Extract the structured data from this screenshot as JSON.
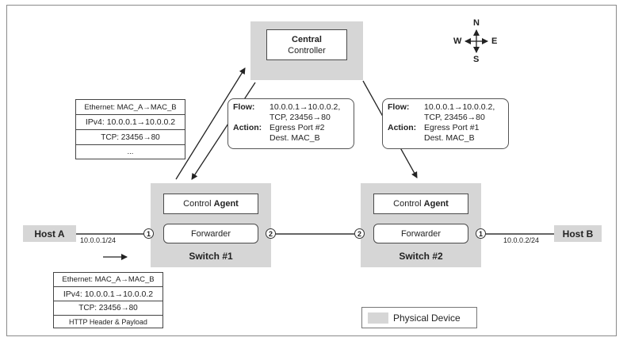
{
  "controller": {
    "title": "Central",
    "subtitle": "Controller"
  },
  "switch1": {
    "agent_label": "Control ",
    "agent_bold": "Agent",
    "forwarder": "Forwarder",
    "name": "Switch #1",
    "port_in": "1",
    "port_out": "2"
  },
  "switch2": {
    "agent_label": "Control ",
    "agent_bold": "Agent",
    "forwarder": "Forwarder",
    "name": "Switch #2",
    "port_in": "2",
    "port_out": "1"
  },
  "hostA": {
    "name": "Host A",
    "ip": "10.0.0.1/24"
  },
  "hostB": {
    "name": "Host B",
    "ip": "10.0.0.2/24"
  },
  "flow1": {
    "flow_key": "Flow:",
    "flow_l1": "10.0.0.1→10.0.0.2,",
    "flow_l2": "TCP, 23456→80",
    "action_key": "Action:",
    "action_l1": "Egress Port #2",
    "action_l2": "Dest. MAC_B"
  },
  "flow2": {
    "flow_key": "Flow:",
    "flow_l1": "10.0.0.1→10.0.0.2,",
    "flow_l2": "TCP, 23456→80",
    "action_key": "Action:",
    "action_l1": "Egress Port #1",
    "action_l2": "Dest. MAC_B"
  },
  "packet_upper": [
    "Ethernet: MAC_A→MAC_B",
    "IPv4: 10.0.0.1→10.0.0.2",
    "TCP: 23456→80",
    "..."
  ],
  "packet_lower": [
    "Ethernet: MAC_A→MAC_B",
    "IPv4: 10.0.0.1→10.0.0.2",
    "TCP: 23456→80",
    "HTTP Header & Payload"
  ],
  "legend": {
    "label": "Physical Device"
  },
  "compass": {
    "n": "N",
    "s": "S",
    "e": "E",
    "w": "W"
  }
}
